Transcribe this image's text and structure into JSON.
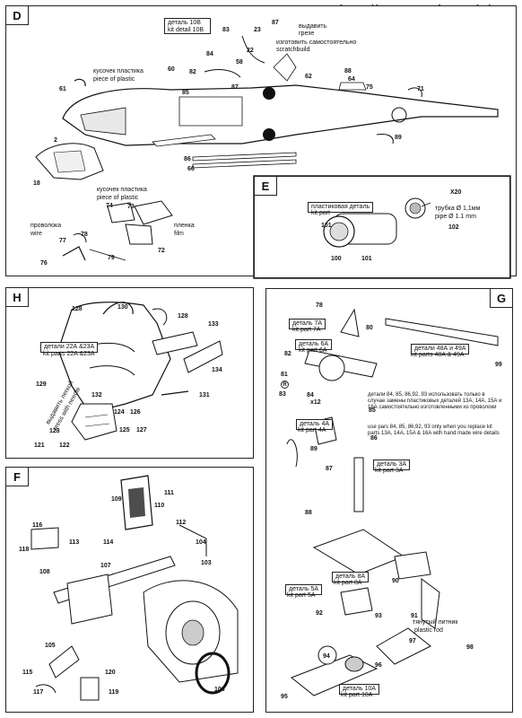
{
  "watermark": "http://www.scalemodels.ru",
  "panels": {
    "D": "D",
    "E": "E",
    "H": "H",
    "G": "G",
    "F": "F"
  },
  "notes_D": {
    "detail_10b": "деталь 10В\nkit detail 10В",
    "squeeze": "выдавить\nгрезе",
    "scratch": "изготовить самостоятельно\nscratchbuild",
    "plastic_ru": "кусочек пластика",
    "plastic_en": "piece of plastic",
    "plastic2_ru": "кусочек пластика",
    "plastic2_en": "piece of plastic",
    "wire_ru": "проволока",
    "wire_en": "wire",
    "film_ru": "пленка",
    "film_en": "film"
  },
  "notes_E": {
    "kit_part_ru": "пластиковая деталь",
    "kit_part_en": "kit part",
    "pipe_ru": "трубка Ø 1,1мм",
    "pipe_en": "pipe Ø 1.1 mm",
    "x20": "X20"
  },
  "notes_H": {
    "parts_ru": "детали 22А &23А",
    "parts_en": "kit parts 22A &23A",
    "press_ru": "выдавить легкой",
    "press_en": "press with needle"
  },
  "notes_G": {
    "part7a_ru": "деталь 7А",
    "part7a_en": "kit part 7A",
    "part6a_ru": "деталь 6А",
    "part6a_en": "kit part 6A",
    "part48_ru": "детали 48А и 49А",
    "part48_en": "kit parts 48A & 49A",
    "ru_long": "детали 84, 85, 86,92, 93 использовать только в случае замены пластиковых деталей 13А, 14А, 15А и 16А самостоятельно изготовленными из проволоки",
    "en_long": "use pars 84, 85, 86,92, 93 only when you replace kit parts 13A, 14A, 15A & 16A with hand made wire details",
    "part4a_ru": "деталь 4А",
    "part4a_en": "kit part 4A",
    "part3a_ru": "деталь 3А",
    "part3a_en": "kit part 3A",
    "part8a_ru": "деталь 8А",
    "part8a_en": "kit part 8A",
    "part5a_ru": "деталь 5А",
    "part5a_en": "kit part 5A",
    "rod_ru": "тянутый литник",
    "rod_en": "plastic rod",
    "part10a_ru": "деталь 10А",
    "part10a_en": "kit part 10A",
    "x12": "x12"
  },
  "numbers_D": [
    "83",
    "23",
    "87",
    "60",
    "84",
    "82",
    "58",
    "61",
    "22",
    "66",
    "62",
    "64",
    "85",
    "86",
    "88",
    "89",
    "74",
    "73",
    "78",
    "77",
    "76",
    "79",
    "72",
    "75",
    "71",
    "2",
    "18",
    "87"
  ],
  "numbers_E": [
    "101",
    "102",
    "100",
    "101"
  ],
  "numbers_H": [
    "128",
    "130",
    "128",
    "133",
    "134",
    "131",
    "129",
    "132",
    "124",
    "125",
    "126",
    "127",
    "121",
    "122",
    "123"
  ],
  "numbers_G": [
    "78",
    "80",
    "99",
    "82",
    "81",
    "83",
    "84",
    "85",
    "86",
    "89",
    "87",
    "88",
    "90",
    "91",
    "92",
    "93",
    "94",
    "95",
    "96",
    "97",
    "98",
    "R"
  ],
  "numbers_F": [
    "109",
    "111",
    "110",
    "112",
    "116",
    "118",
    "113",
    "114",
    "104",
    "103",
    "108",
    "107",
    "105",
    "115",
    "117",
    "120",
    "119",
    "106"
  ]
}
